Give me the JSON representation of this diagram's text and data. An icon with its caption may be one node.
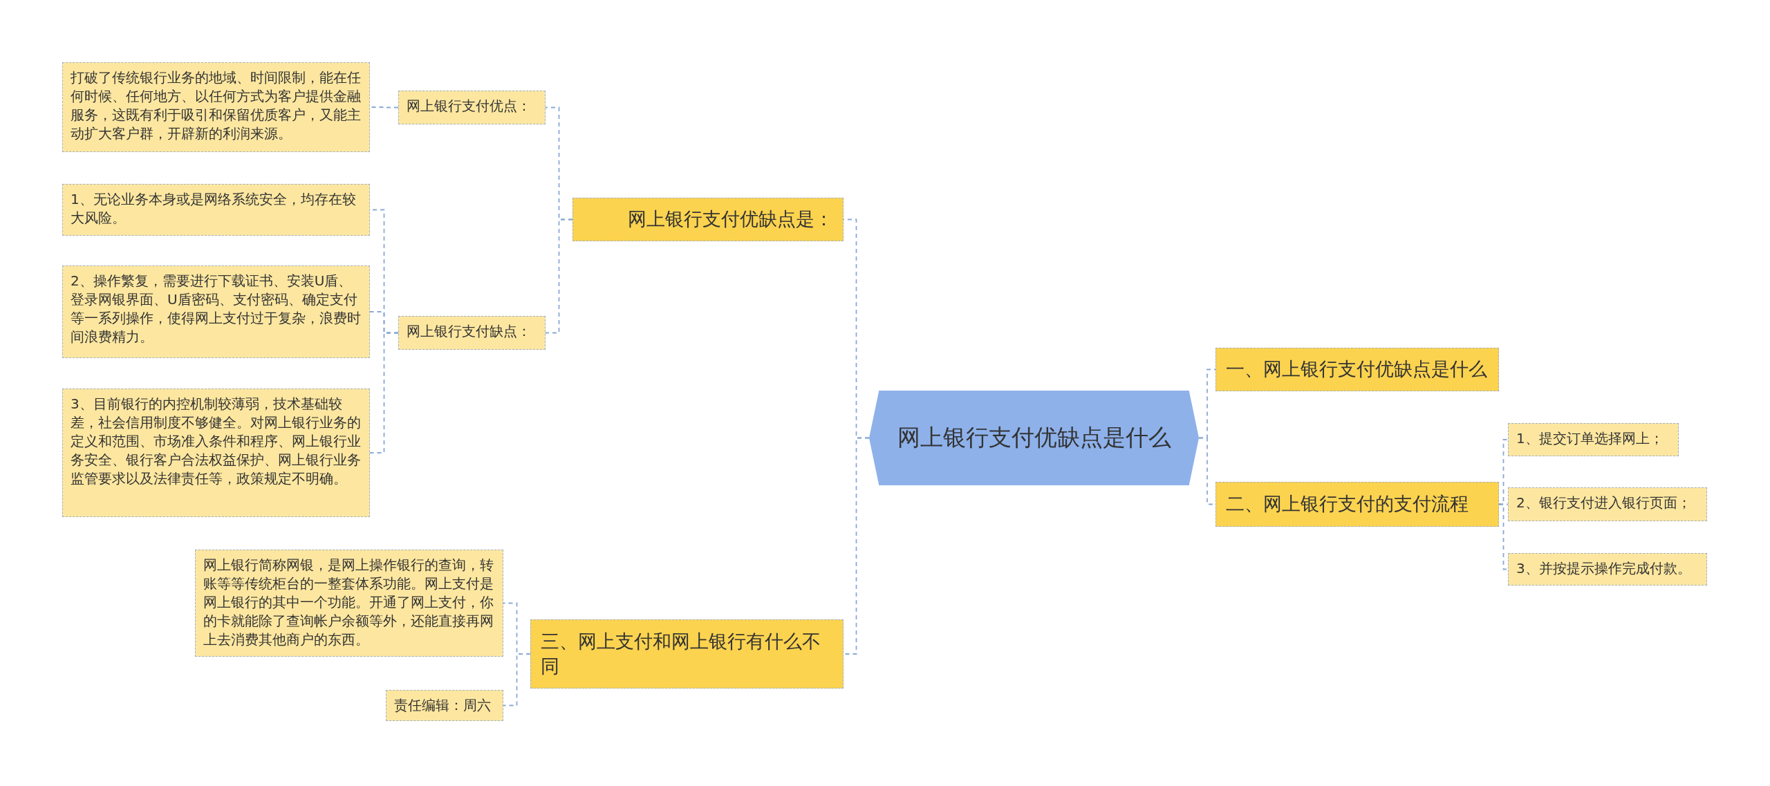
{
  "diagram": {
    "nodes": [
      {
        "text": [
          "网上银行支付优缺点是什么"
        ]
      },
      {
        "text": [
          "网上银行支付优缺点是："
        ]
      },
      {
        "text": [
          "网上银行支付优点："
        ]
      },
      {
        "text": [
          "打破了传统银行业务的地域、时间限制，能在任何时候、任何地方、以任何方式为客户提供金融服务，这既有利于吸引和保留优质客户，又能主动扩大客户群，开辟新的利润来源。"
        ]
      },
      {
        "text": [
          "网上银行支付缺点："
        ]
      },
      {
        "text": [
          "1、无论业务本身或是网络系统安全，均存在较大风险。"
        ]
      },
      {
        "text": [
          "2、操作繁复，需要进行下载证书、安装U盾、登录网银界面、U盾密码、支付密码、确定支付等一系列操作，使得网上支付过于复杂，浪费时间浪费精力。"
        ]
      },
      {
        "text": [
          "3、目前银行的内控机制较薄弱，技术基础较差，社会信用制度不够健全。对网上银行业务的定义和范围、市场准入条件和程序、网上银行业务安全、银行客户合法权益保护、网上银行业务监管要求以及法律责任等，政策规定不明确。"
        ]
      },
      {
        "text": [
          "三、网上支付和网上银行有什么不同"
        ]
      },
      {
        "text": [
          "网上银行简称网银，是网上操作银行的查询，转账等等传统柜台的一整套体系功能。网上支付是网上银行的其中一个功能。开通了网上支付，你的卡就能除了查询帐户余额等外，还能直接再网上去消费其他商户的东西。"
        ]
      },
      {
        "text": [
          "责任编辑：周六"
        ]
      },
      {
        "text": [
          "一、网上银行支付优缺点是什么"
        ]
      },
      {
        "text": [
          "二、网上银行支付的支付流程"
        ]
      },
      {
        "text": [
          "1、提交订单选择网上；"
        ]
      },
      {
        "text": [
          "2、银行支付进入银行页面；"
        ]
      },
      {
        "text": [
          "3、并按提示操作完成付款。"
        ]
      }
    ],
    "edges": [
      {
        "from": 0,
        "to": 1,
        "arrow": "none"
      },
      {
        "from": 0,
        "to": 8,
        "arrow": "none"
      },
      {
        "from": 0,
        "to": 11,
        "arrow": "none"
      },
      {
        "from": 0,
        "to": 12,
        "arrow": "none"
      },
      {
        "from": 1,
        "to": 2,
        "arrow": "none"
      },
      {
        "from": 1,
        "to": 4,
        "arrow": "none"
      },
      {
        "from": 2,
        "to": 3,
        "arrow": "none"
      },
      {
        "from": 4,
        "to": 5,
        "arrow": "none"
      },
      {
        "from": 4,
        "to": 6,
        "arrow": "none"
      },
      {
        "from": 4,
        "to": 7,
        "arrow": "none"
      },
      {
        "from": 8,
        "to": 9,
        "arrow": "none"
      },
      {
        "from": 8,
        "to": 10,
        "arrow": "none"
      },
      {
        "from": 12,
        "to": 13,
        "arrow": "none"
      },
      {
        "from": 12,
        "to": 14,
        "arrow": "none"
      },
      {
        "from": 12,
        "to": 15,
        "arrow": "none"
      }
    ]
  }
}
